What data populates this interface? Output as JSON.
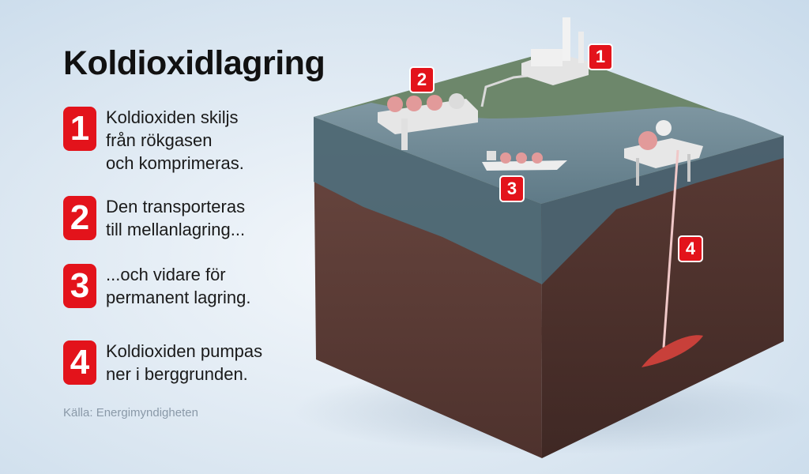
{
  "title": "Koldioxidlagring",
  "steps": [
    {
      "number": "1",
      "text": "Koldioxiden skiljs\nfrån rökgasen\noch komprimeras."
    },
    {
      "number": "2",
      "text": "Den transporteras\ntill mellanlagring..."
    },
    {
      "number": "3",
      "text": "...och vidare för\npermanent lagring."
    },
    {
      "number": "4",
      "text": "Koldioxiden pumpas\nner i berggrunden."
    }
  ],
  "source": "Källa: Energimyndigheten",
  "diagram_labels": [
    "1",
    "2",
    "3",
    "4"
  ],
  "colors": {
    "accent_red": "#e3131b",
    "land": "#6f8a6e",
    "sea": "#6f8794",
    "rock": "#5a3a34",
    "background": "#dde8f2"
  }
}
